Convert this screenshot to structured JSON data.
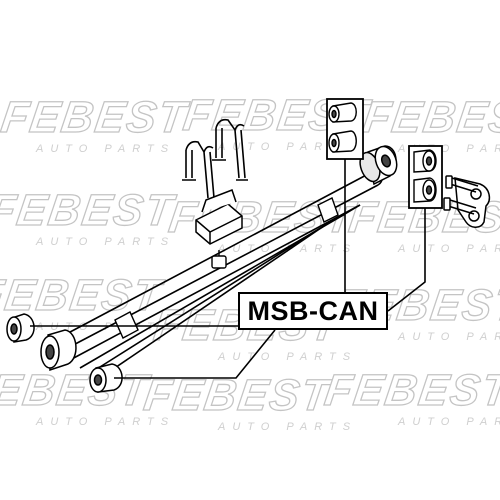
{
  "diagram": {
    "part_number": "MSB-CAN",
    "watermark": {
      "brand": "FEBEST",
      "subtitle": "AUTO PARTS"
    }
  }
}
